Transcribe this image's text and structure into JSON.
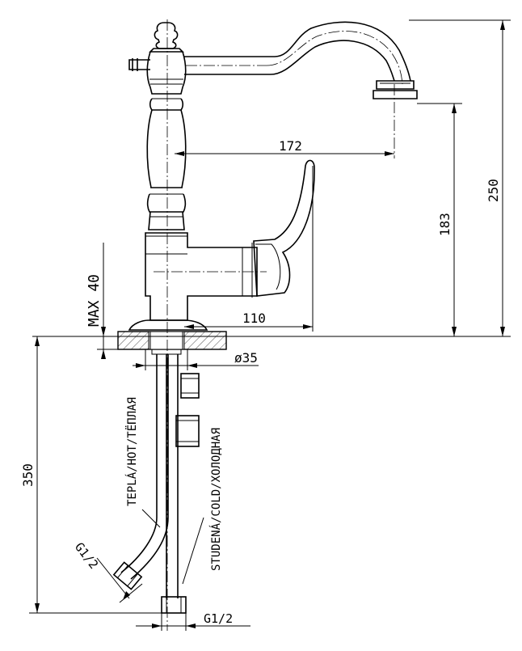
{
  "dimensions": {
    "spout_reach": "172",
    "total_height": "250",
    "spout_height": "183",
    "handle_reach": "110",
    "max_deck_thickness": "MAX 40",
    "base_diameter": "ø35",
    "hose_length": "350",
    "thread_hot": "G1/2",
    "thread_cold": "G1/2"
  },
  "labels": {
    "hot_hose": "TEPLÁ/HOT/ТЁПЛАЯ",
    "cold_hose": "STUDENÁ/COLD/ХОЛОДНАЯ"
  }
}
